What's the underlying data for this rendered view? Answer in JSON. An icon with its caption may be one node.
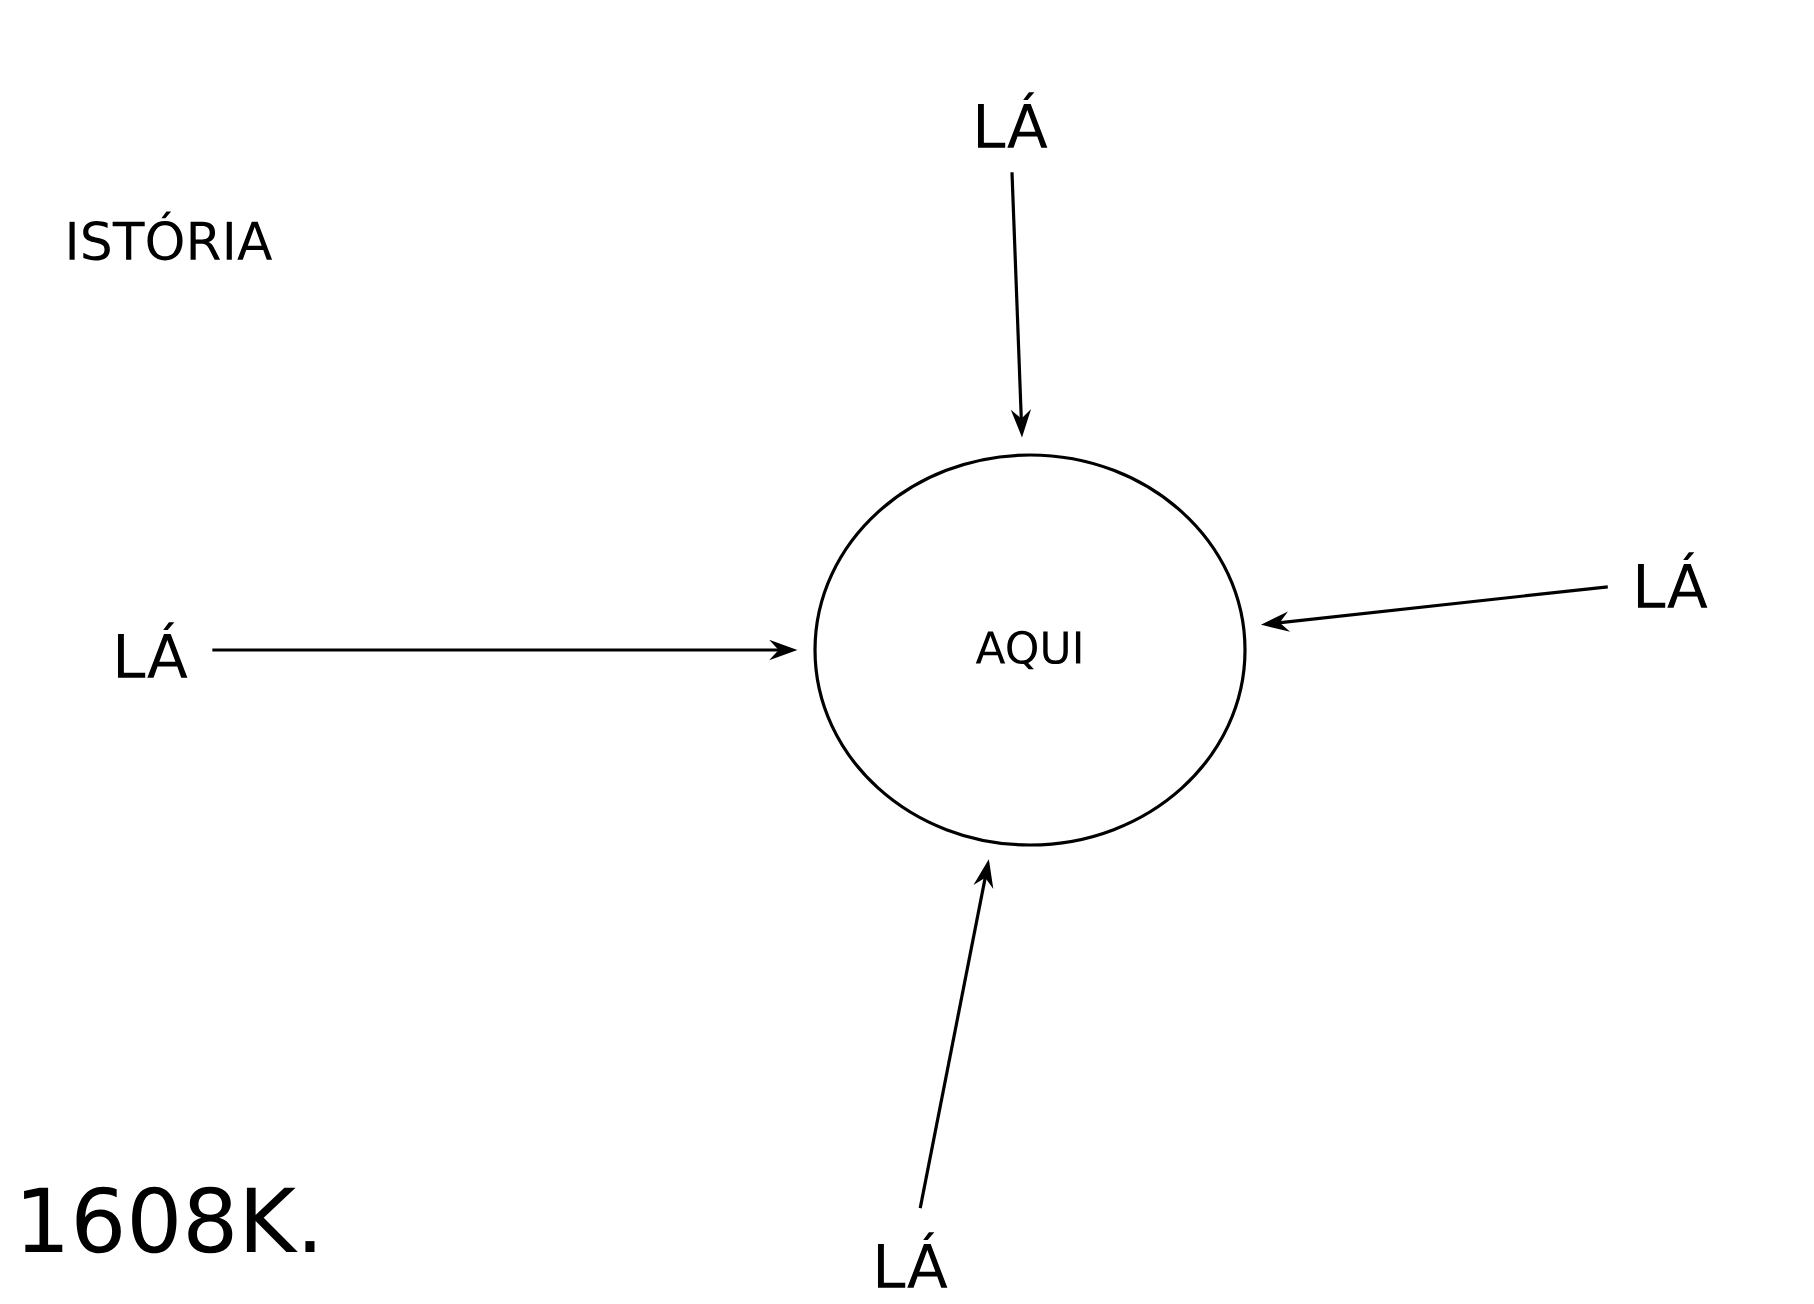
{
  "diagram": {
    "nodes": [
      {
        "text": [
          "AQUI"
        ]
      },
      {
        "text": [
          "LÁ"
        ]
      },
      {
        "text": [
          "LÁ"
        ]
      },
      {
        "text": [
          "LÁ"
        ]
      },
      {
        "text": [
          "LÁ"
        ]
      }
    ],
    "edges": [
      {
        "from": 1,
        "to": 0,
        "arrow": "to"
      },
      {
        "from": 2,
        "to": 0,
        "arrow": "to"
      },
      {
        "from": 3,
        "to": 0,
        "arrow": "to"
      },
      {
        "from": 4,
        "to": 0,
        "arrow": "to"
      }
    ],
    "labels": [
      "ISTÓRIA",
      "1608K."
    ]
  }
}
